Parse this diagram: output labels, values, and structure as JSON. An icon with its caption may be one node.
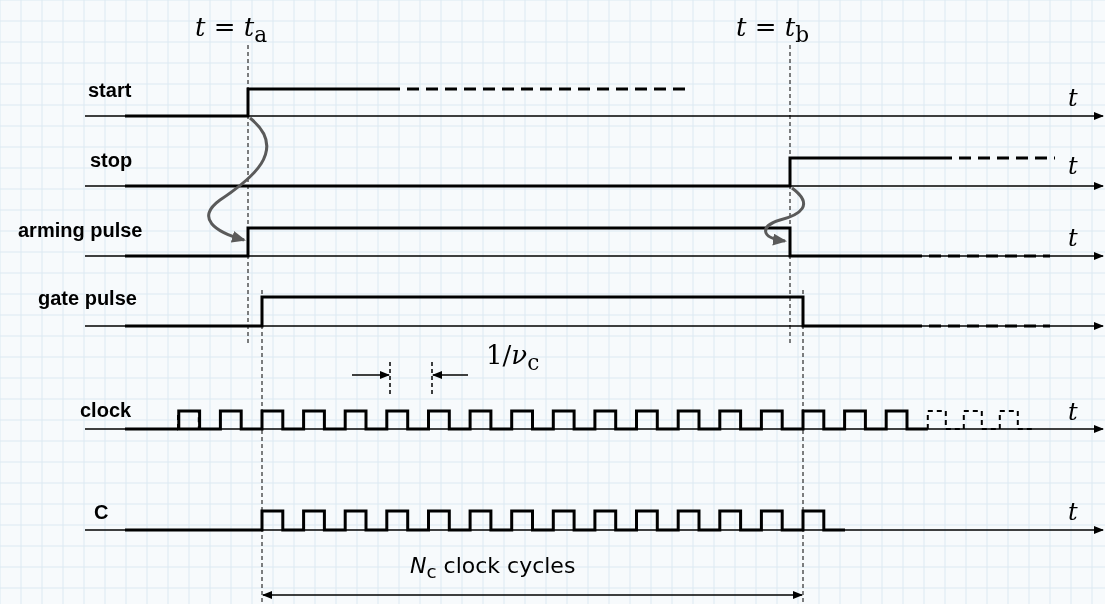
{
  "diagram": {
    "labels": [
      "*t* = *t*$_{a}$",
      "*t* = *t*$_{b}$",
      "start",
      "t",
      "stop",
      "t",
      "arming pulse",
      "t",
      "gate pulse",
      "clock",
      "1/*ν*$_{c}$",
      "t",
      "C",
      "t",
      "*N*$_{c}$ clock cycles"
    ]
  }
}
